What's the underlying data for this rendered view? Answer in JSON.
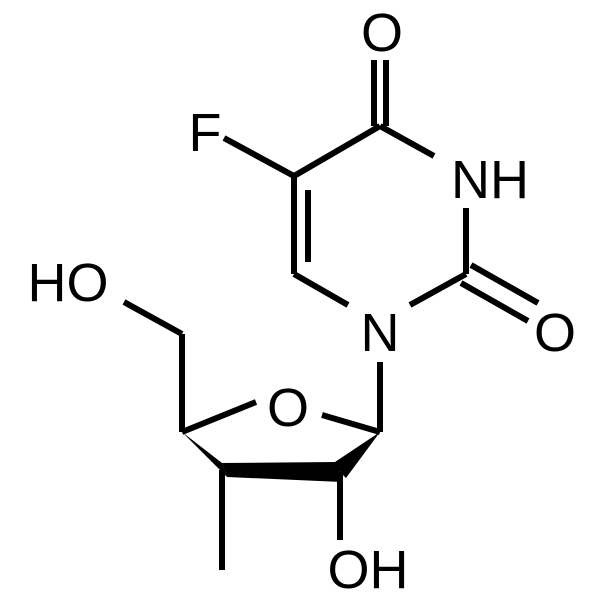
{
  "molecule": {
    "atoms": {
      "carbonyl_oxygen_top": "O",
      "fluorine": "F",
      "imide_nitrogen": "NH",
      "carbonyl_oxygen_right": "O",
      "hydroxymethyl_oxygen": "HO",
      "ring_nitrogen": "N",
      "furanose_oxygen": "O",
      "hydroxyl_oxygen_bottom": "OH"
    },
    "colors": {
      "bond": "#000000",
      "label": "#000000",
      "background": "#ffffff"
    }
  }
}
